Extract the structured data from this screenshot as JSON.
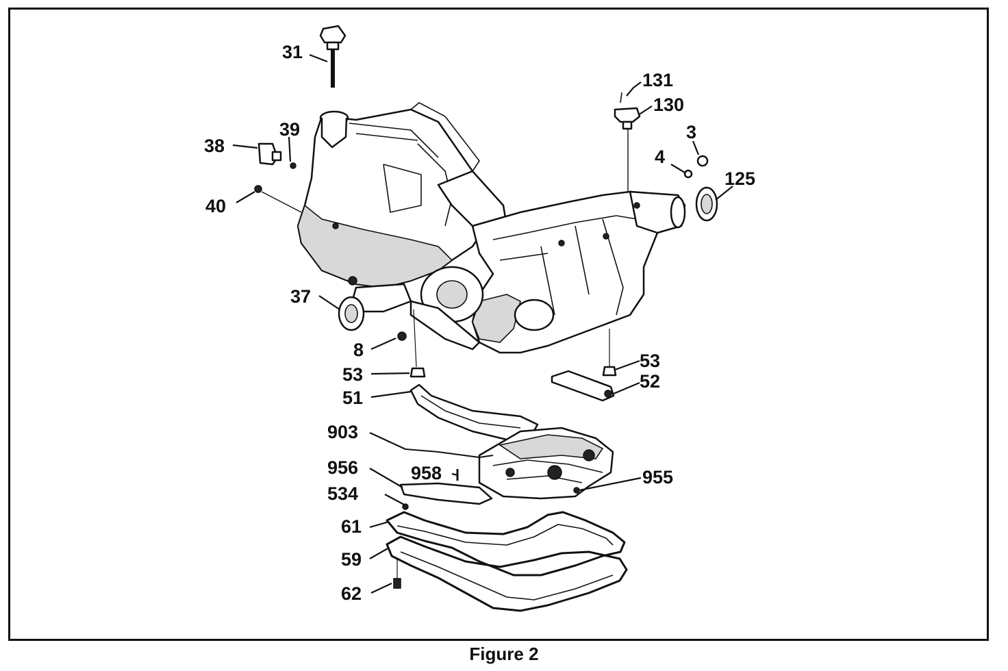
{
  "figure": {
    "caption": "Figure 2"
  },
  "callouts": {
    "c31": "31",
    "c131": "131",
    "c130": "130",
    "c3": "3",
    "c4": "4",
    "c125": "125",
    "c38": "38",
    "c39": "39",
    "c40": "40",
    "c37": "37",
    "c8": "8",
    "c53a": "53",
    "c51": "51",
    "c53b": "53",
    "c52": "52",
    "c903": "903",
    "c956": "956",
    "c958": "958",
    "c955": "955",
    "c534": "534",
    "c61": "61",
    "c59": "59",
    "c62": "62"
  }
}
